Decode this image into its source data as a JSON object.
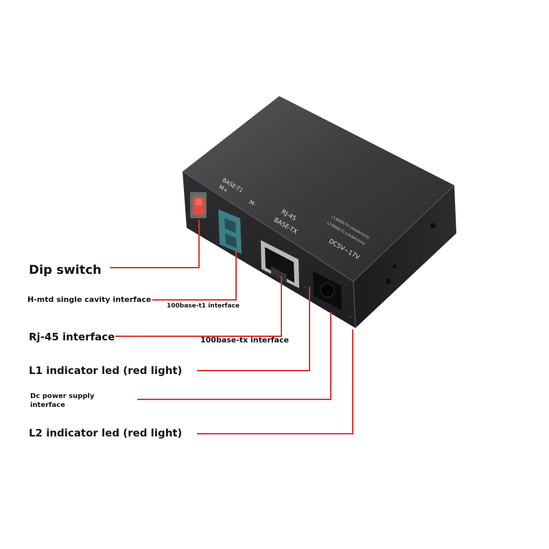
{
  "device_markings": {
    "base_t1": "BASE-T1",
    "m_plus": "M+",
    "m_minus": "M-",
    "rj45": "RJ-45",
    "base_tx": "BASE-TX",
    "dc_power": "DC5V~17V",
    "led_l1": "L1:BASE-TX Link&Activity",
    "led_l2": "L2:BASE-T1 Link&Activity"
  },
  "callouts": {
    "dip_switch": "Dip switch",
    "hmtd": "H-mtd single cavity interface",
    "t1_interface": "100base-t1 interface",
    "rj45_interface": "Rj-45 interface",
    "tx_interface": "100base-tx interface",
    "l1_led": "L1 indicator led (red light)",
    "dc_line1": "Dc power supply",
    "dc_line2": "interface",
    "l2_led": "L2 indicator led (red light)"
  },
  "colors": {
    "leader_line": "#e0322d",
    "housing": "#2b2b2d",
    "connector": "#3c7f86",
    "dip_switch": "#e04d3f"
  }
}
